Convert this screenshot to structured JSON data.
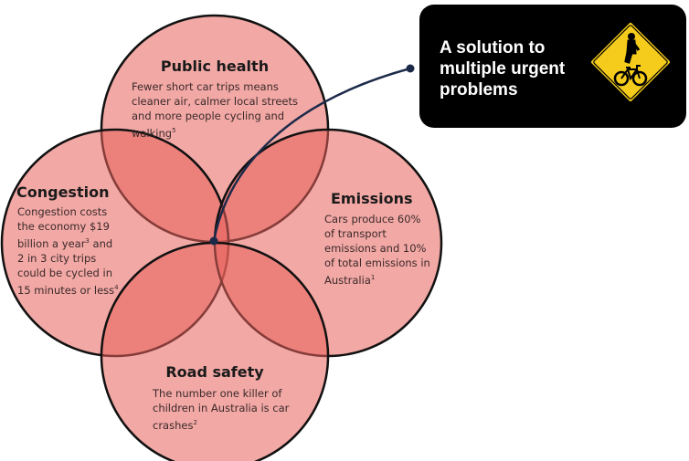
{
  "circles": [
    {
      "title": "Public health",
      "body": "Fewer short car trips means cleaner air, calmer local streets and more people cycling and walking",
      "ref": "5"
    },
    {
      "title": "Congestion",
      "body_lines": [
        "Congestion costs",
        "the economy $19",
        "billion a year",
        "and",
        "2 in 3 city trips",
        "could be cycled in",
        "15 minutes or less"
      ],
      "refs": [
        "3",
        "4"
      ]
    },
    {
      "title": "Emissions",
      "body": "Cars produce 60% of transport emissions and 10% of total emissions in Australia",
      "ref": "1"
    },
    {
      "title": "Road safety",
      "body": "The number one killer of children in Australia is car crashes",
      "ref": "2"
    }
  ],
  "callout": {
    "lines": [
      "A solution to",
      "multiple urgent",
      "problems"
    ],
    "icon": "pedestrian-bicycle-sign-icon"
  },
  "colors": {
    "circle_fill": "#e23a35",
    "outline": "#111111",
    "connector": "#1c2a4a",
    "sign": "#f5cc1c"
  }
}
